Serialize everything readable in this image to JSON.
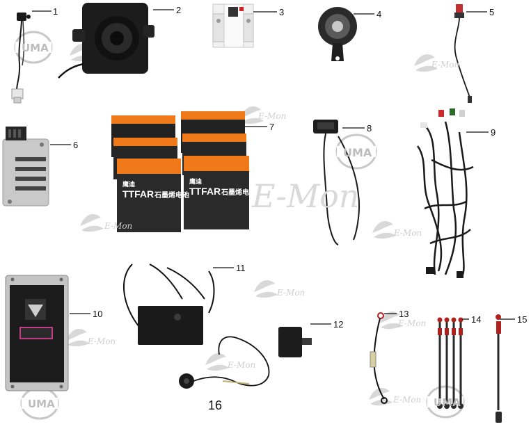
{
  "callouts": [
    "1",
    "2",
    "3",
    "4",
    "5",
    "6",
    "7",
    "8",
    "9",
    "10",
    "11",
    "12",
    "13",
    "14",
    "15",
    "16"
  ],
  "watermark": {
    "brand": "E-Mon",
    "logo": "UMA"
  },
  "battery": {
    "brand": "TTFAR",
    "brand_cn": "石墨烯电池",
    "maker": "鹰迪"
  },
  "colors": {
    "battery_top": "#f07a1a",
    "battery_body": "#262626",
    "wire": "#1a1a1a",
    "connector_red": "#b0201c"
  }
}
